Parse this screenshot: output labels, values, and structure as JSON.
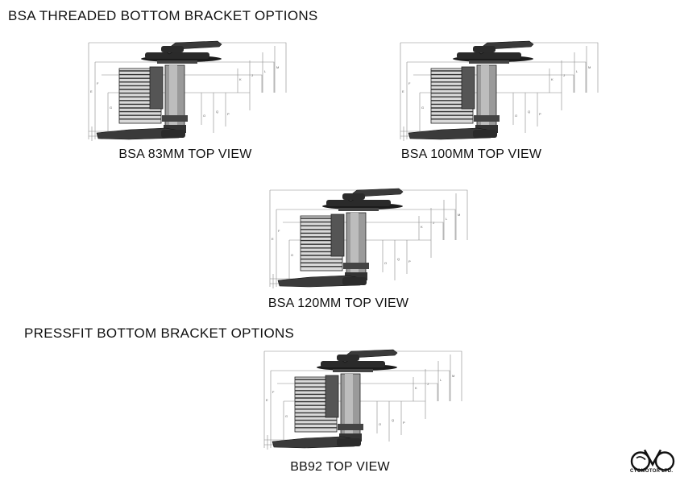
{
  "headings": {
    "bsa": "BSA THREADED BOTTOM BRACKET OPTIONS",
    "pressfit": "PRESSFIT BOTTOM BRACKET OPTIONS"
  },
  "diagrams": [
    {
      "caption": "BSA 83MM TOP VIEW"
    },
    {
      "caption": "BSA 100MM TOP VIEW"
    },
    {
      "caption": "BSA 120MM TOP VIEW"
    },
    {
      "caption": "BB92 TOP VIEW"
    }
  ],
  "logo": {
    "text": "CYCMOTOR LTD.",
    "icon": "cycmotor-logo-icon"
  }
}
